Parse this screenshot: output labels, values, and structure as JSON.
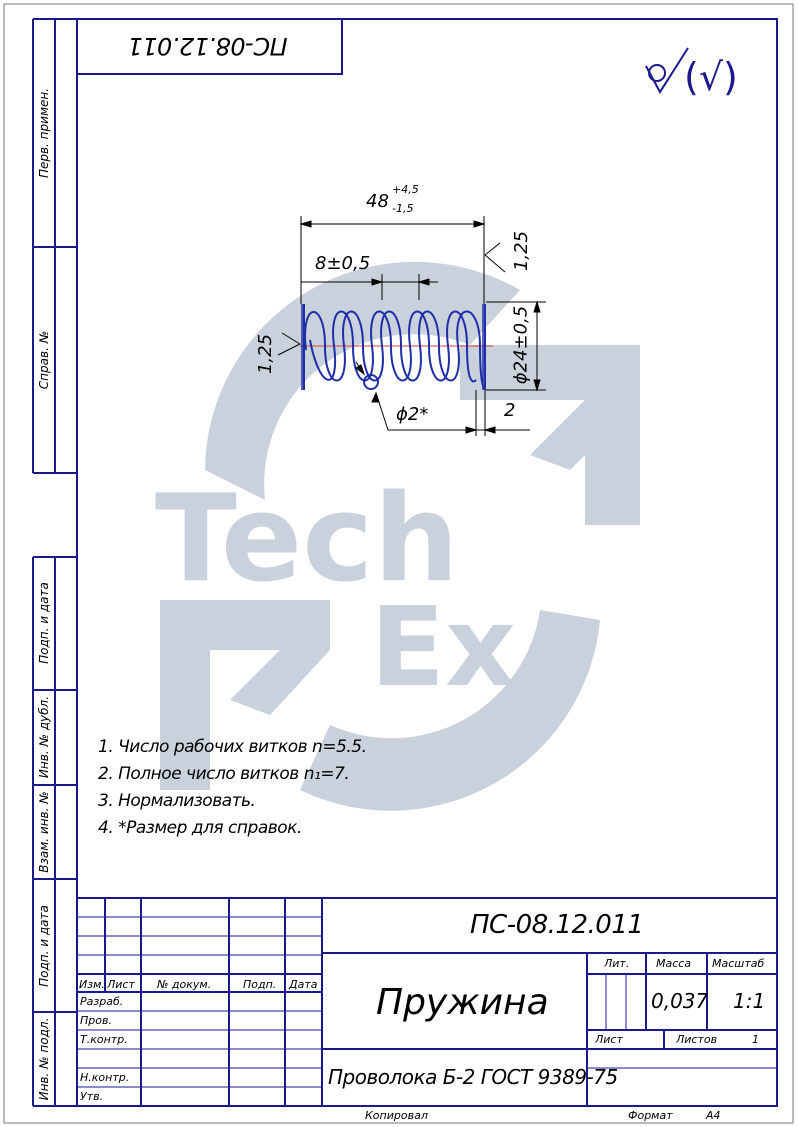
{
  "stamp_top": "ПС-08.12.011",
  "roughness_symbol": "(√)",
  "side_labels": [
    "Перв. примен.",
    "Справ. №",
    "Подп. и дата",
    "Инв. № дубл.",
    "Взам. инв. №",
    "Подп. и дата",
    "Инв. № подл."
  ],
  "dimensions": {
    "length": "48",
    "length_tol_upper": "+4,5",
    "length_tol_lower": "-1,5",
    "pitch": "8±0,5",
    "outer_diameter": "ϕ24±0,5",
    "wire_diameter": "ϕ2*",
    "end_gap": "2",
    "end_angle_right": "1,25",
    "end_angle_left": "1,25"
  },
  "watermark": {
    "line1": "Tech",
    "line2": "Ex"
  },
  "notes": [
    "1. Число рабочих витков n=5.5.",
    "2. Полное число витков n₁=7.",
    "3. Нормализовать.",
    "4.  *Размер для справок."
  ],
  "title_block": {
    "designation": "ПС-08.12.011",
    "part_name": "Пружина",
    "material": "Проволока Б-2 ГОСТ 9389-75",
    "col_headers": [
      "Изм.",
      "Лист",
      "№ докум.",
      "Подп.",
      "Дата"
    ],
    "row_labels": [
      "Разраб.",
      "Пров.",
      "Т.контр.",
      "Н.контр.",
      "Утв."
    ],
    "lit_label": "Лит.",
    "mass_label": "Масса",
    "scale_label": "Масштаб",
    "mass_value": "0,037",
    "scale_value": "1:1",
    "sheet_label": "Лист",
    "sheets_label": "Листов",
    "sheets_value": "1",
    "copied_label": "Копировал",
    "format_label": "Формат",
    "format_value": "А4"
  },
  "colors": {
    "frame": "#1a1a8c",
    "spring": "#1f2ea8",
    "watermark": "#c9d2dc",
    "axis": "#d04a3a"
  }
}
